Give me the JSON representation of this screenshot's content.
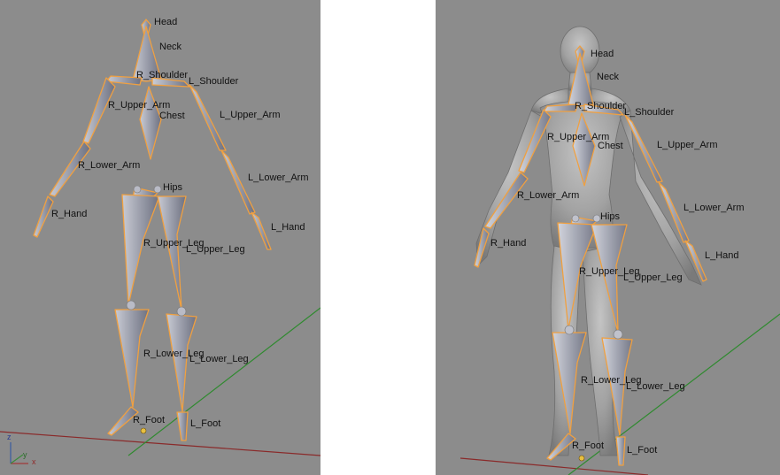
{
  "panels": [
    {
      "id": "armature-only",
      "labels": {
        "head": "Head",
        "neck": "Neck",
        "r_shoulder": "R_Shoulder",
        "l_shoulder": "L_Shoulder",
        "r_upper_arm": "R_Upper_Arm",
        "chest": "Chest",
        "l_upper_arm": "L_Upper_Arm",
        "r_lower_arm": "R_Lower_Arm",
        "hips": "Hips",
        "l_lower_arm": "L_Lower_Arm",
        "r_hand": "R_Hand",
        "l_hand": "L_Hand",
        "r_upper_leg": "R_Upper_Leg",
        "l_upper_leg": "L_Upper_Leg",
        "r_lower_leg": "R_Lower_Leg",
        "l_lower_leg": "L_Lower_Leg",
        "r_foot": "R_Foot",
        "l_foot": "L_Foot"
      },
      "axis_labels": {
        "x": "x",
        "y": "y",
        "z": "z"
      }
    },
    {
      "id": "armature-with-mesh",
      "labels": {
        "head": "Head",
        "neck": "Neck",
        "r_shoulder": "R_Shoulder",
        "l_shoulder": "L_Shoulder",
        "r_upper_arm": "R_Upper_Arm",
        "chest": "Chest",
        "l_upper_arm": "L_Upper_Arm",
        "r_lower_arm": "R_Lower_Arm",
        "hips": "Hips",
        "l_lower_arm": "L_Lower_Arm",
        "r_hand": "R_Hand",
        "l_hand": "L_Hand",
        "r_upper_leg": "R_Upper_Leg",
        "l_upper_leg": "L_Upper_Leg",
        "r_lower_leg": "R_Lower_Leg",
        "l_lower_leg": "L_Lower_Leg",
        "r_foot": "R_Foot",
        "l_foot": "L_Foot"
      }
    }
  ],
  "colors": {
    "viewport_bg": "#8c8c8c",
    "bone_outline": "#f0a040",
    "bone_fill": "#9da0ad",
    "x_axis_line": "#8a2a2a",
    "y_axis_line": "#2f8a2f",
    "mesh": "#a4a4a4"
  }
}
